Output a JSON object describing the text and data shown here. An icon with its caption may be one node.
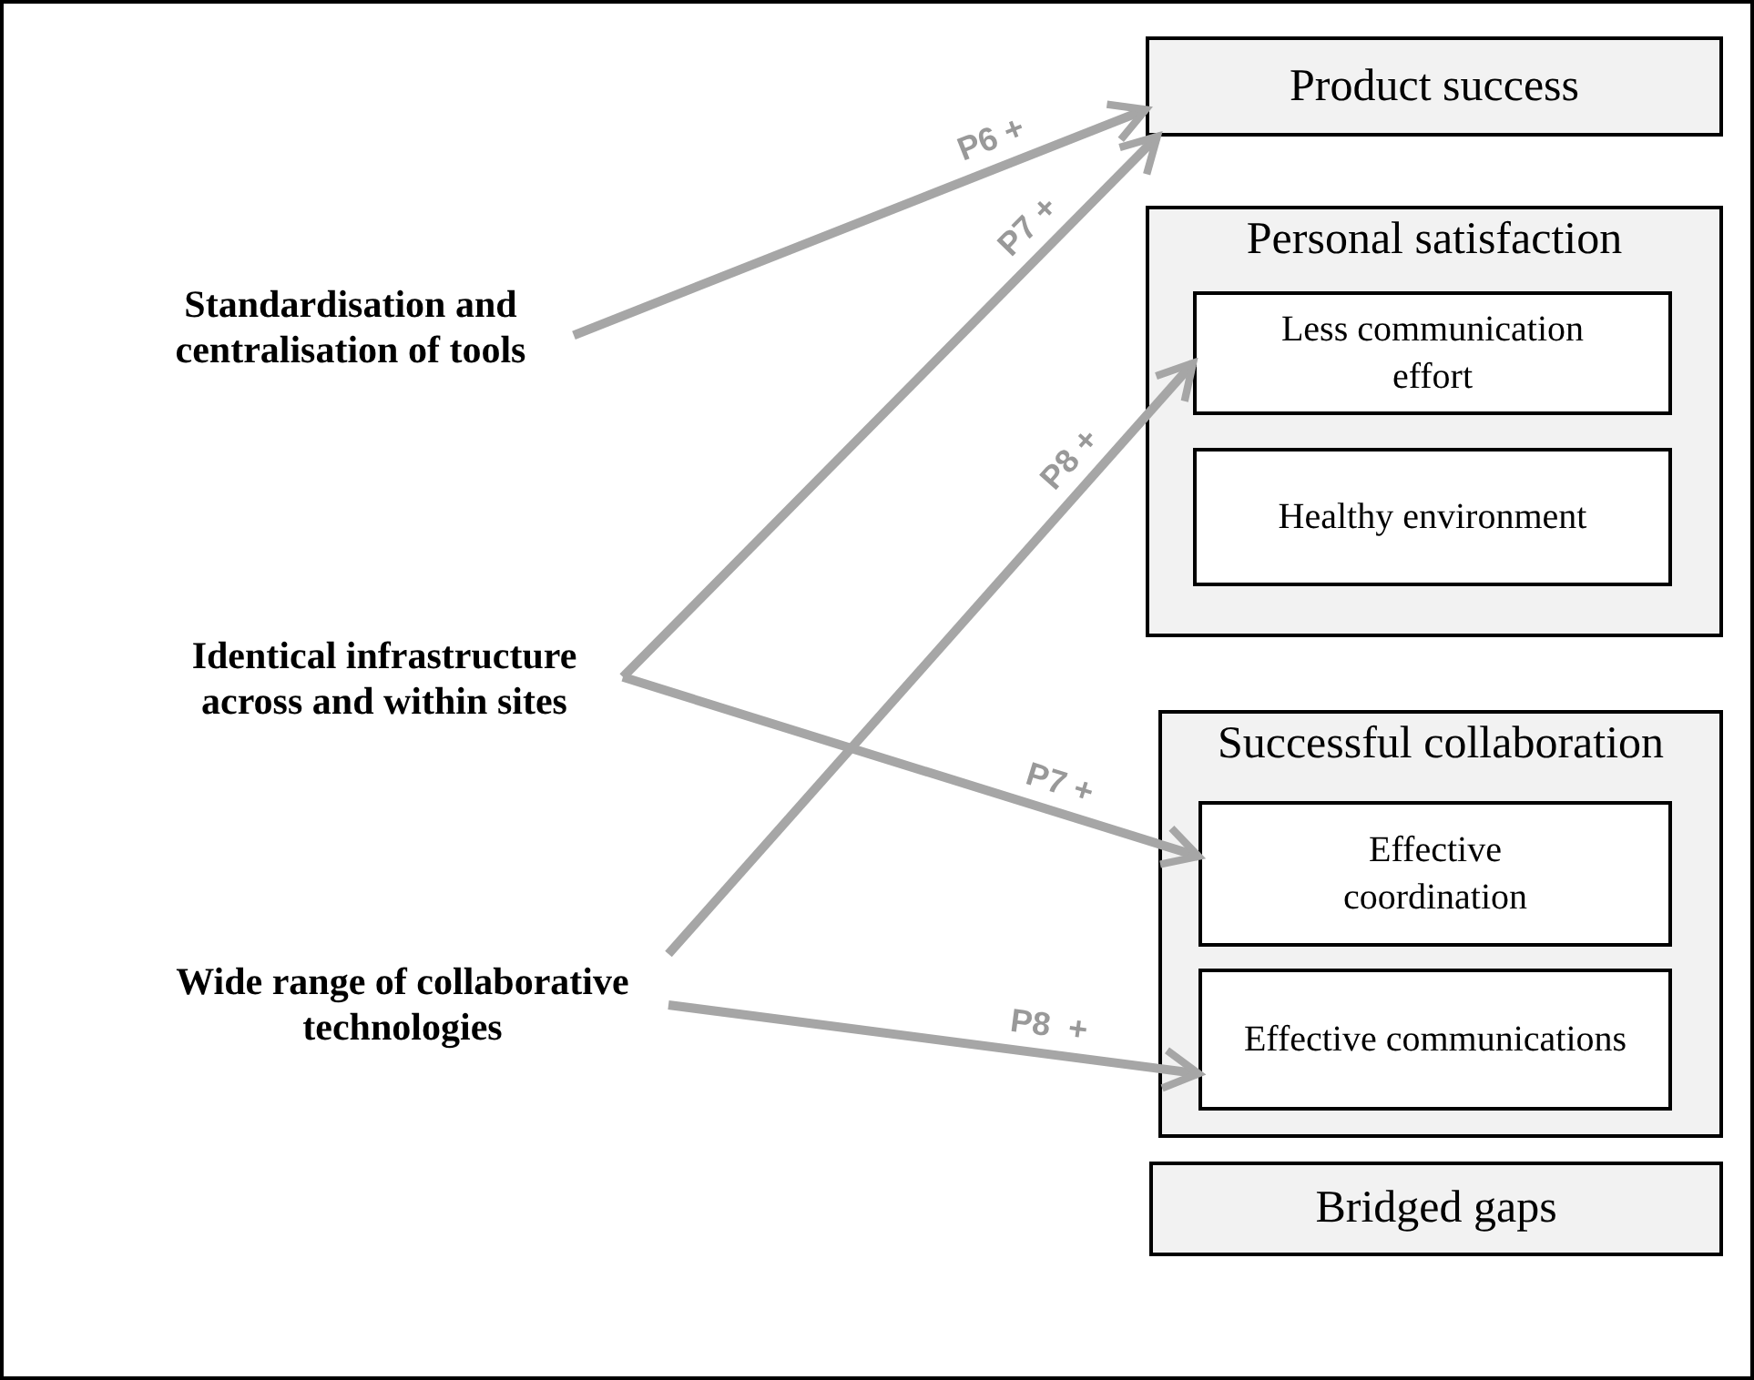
{
  "diagram": {
    "nodes": [
      {
        "text": [
          "Standardisation and centralisation of tools"
        ]
      },
      {
        "text": [
          "Identical infrastructure across and within sites"
        ]
      },
      {
        "text": [
          "Wide range of collaborative technologies"
        ]
      },
      {
        "text": [
          "Product success"
        ]
      },
      {
        "text": [
          "Personal satisfaction"
        ]
      },
      {
        "text": [
          "Less communication effort"
        ],
        "in": 4
      },
      {
        "text": [
          "Healthy environment"
        ],
        "in": 4
      },
      {
        "text": [
          "Successful collaboration"
        ]
      },
      {
        "text": [
          "Effective coordination"
        ],
        "in": 7
      },
      {
        "text": [
          "Effective communications"
        ],
        "in": 7
      },
      {
        "text": [
          "Bridged gaps"
        ]
      }
    ],
    "edges": [
      {
        "from": 0,
        "to": 3,
        "arrow": "to",
        "label": "P6 +"
      },
      {
        "from": 1,
        "to": 3,
        "arrow": "to",
        "label": "P7 +"
      },
      {
        "from": 2,
        "to": 5,
        "arrow": "to",
        "label": "P8 +"
      },
      {
        "from": 1,
        "to": 8,
        "arrow": "to",
        "label": "P7 +"
      },
      {
        "from": 2,
        "to": 9,
        "arrow": "to",
        "label": "P8  +"
      }
    ]
  }
}
